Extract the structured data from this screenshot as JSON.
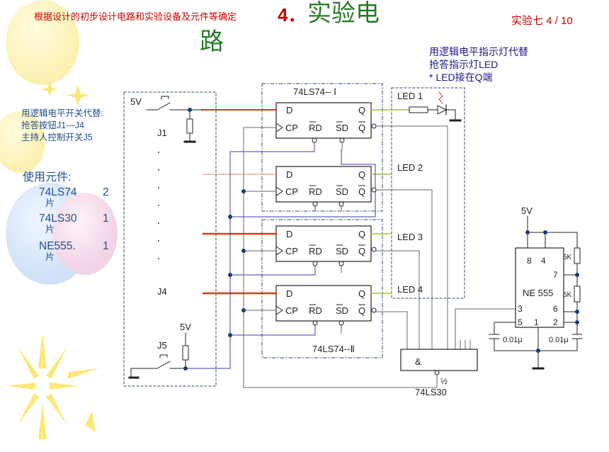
{
  "header": {
    "subtitle": "根据设计的初步设计电路和实验设备及元件等确定",
    "section_num": "4．",
    "title_line1": "实验电",
    "title_line2": "路",
    "page_label": "实验七  4 / 10"
  },
  "left_notes": {
    "line1": "用逻辑电平开关代替:",
    "line2": "抢答按钮J1---J4",
    "line3": "主持人控制开关J5",
    "components_title": "使用元件:",
    "components": [
      {
        "name": "74LS74",
        "qty": "2",
        "unit": "片"
      },
      {
        "name": "74LS30",
        "qty": "1",
        "unit": "片"
      },
      {
        "name": "NE555.",
        "qty": "1",
        "unit": "片"
      }
    ]
  },
  "right_notes": {
    "line1": "用逻辑电平指示灯代替",
    "line2": "抢答指示灯LED",
    "line3": "* LED接在Q端"
  },
  "circuit": {
    "v5_top": "5V",
    "v5_j5": "5V",
    "v5_555": "5V",
    "j1": "J1",
    "j4": "J4",
    "j5": "J5",
    "chip1_label": "74LS74-- Ⅰ",
    "chip2_label": "74LS74--Ⅱ",
    "ff_pins": {
      "d": "D",
      "q": "Q",
      "cp": "CP",
      "rd": "RD",
      "sd": "SD",
      "qbar": "Q"
    },
    "leds": [
      "LED  1",
      "LED 2",
      "LED 3",
      "LED 4"
    ],
    "nand_symbol": "&",
    "nand_half": "½",
    "nand_label": "74LS30",
    "ne555": {
      "name": "NE 555",
      "pin8": "8",
      "pin4": "4",
      "pin7": "7",
      "pin3": "3",
      "pin6": "6",
      "pin5": "5",
      "pin1": "1",
      "pin2": "2",
      "r1": "5K",
      "r2": "5K",
      "c1": "0.01μ",
      "c2": "0.01μ"
    }
  },
  "colors": {
    "wire_red": "#d83a1c",
    "wire_green": "#9ac23c",
    "wire_blue": "#3b3bb0",
    "wire_gray": "#606878",
    "box_dash": "#2c4a6e"
  }
}
